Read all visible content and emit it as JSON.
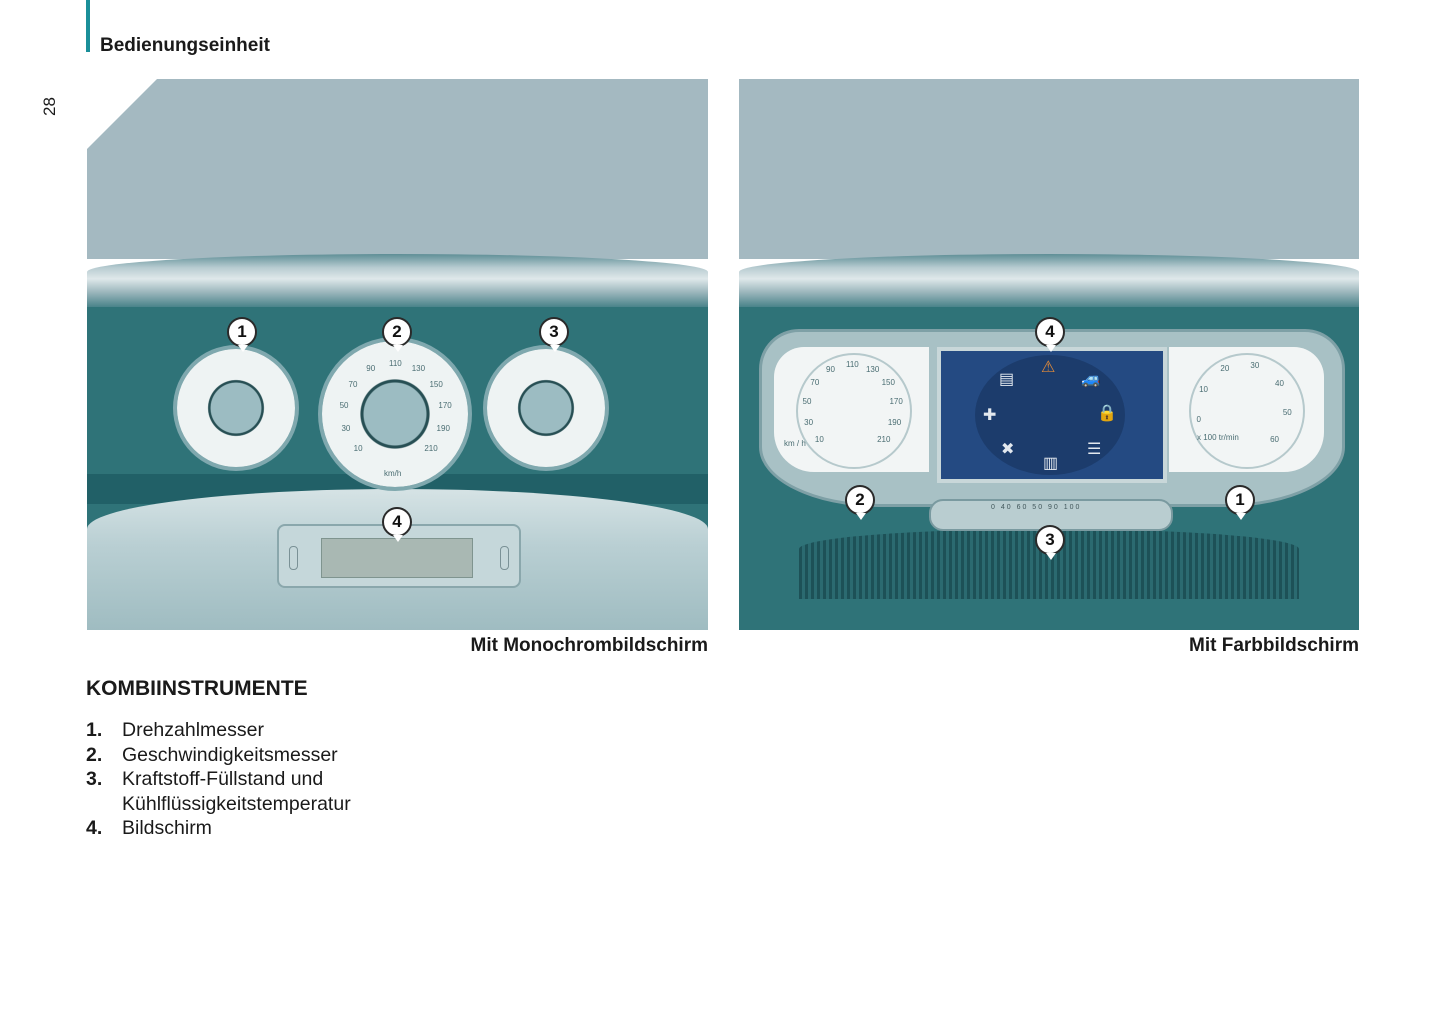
{
  "header": {
    "section_title": "Bedienungseinheit",
    "page_number": "28",
    "accent_color": "#1a8f99"
  },
  "figures": [
    {
      "caption": "Mit Monochrombildschirm",
      "markers": [
        "1",
        "2",
        "3",
        "4"
      ],
      "speedometer_ticks": [
        "10",
        "30",
        "50",
        "70",
        "90",
        "110",
        "130",
        "150",
        "170",
        "190",
        "210"
      ],
      "speed_unit": "km/h"
    },
    {
      "caption": "Mit Farbbildschirm",
      "markers": [
        "4",
        "2",
        "1",
        "3"
      ],
      "speedometer_ticks": [
        "10",
        "30",
        "50",
        "70",
        "90",
        "110",
        "130",
        "150",
        "170",
        "190",
        "210"
      ],
      "speed_unit": "km / h",
      "rev_ticks": [
        "0",
        "10",
        "20",
        "30",
        "40",
        "50",
        "60"
      ],
      "rev_unit": "x 100 tr/min",
      "fuel_temp_scale": "0 40 60 50 90 100"
    }
  ],
  "section": {
    "heading": "KOMBIINSTRUMENTE",
    "items": [
      {
        "num": "1.",
        "label": "Drehzahlmesser"
      },
      {
        "num": "2.",
        "label": "Geschwindigkeitsmesser"
      },
      {
        "num": "3.",
        "label": "Kraftstoff-Füllstand und Kühlflüssigkeitstemperatur"
      },
      {
        "num": "4.",
        "label": "Bildschirm"
      }
    ]
  }
}
